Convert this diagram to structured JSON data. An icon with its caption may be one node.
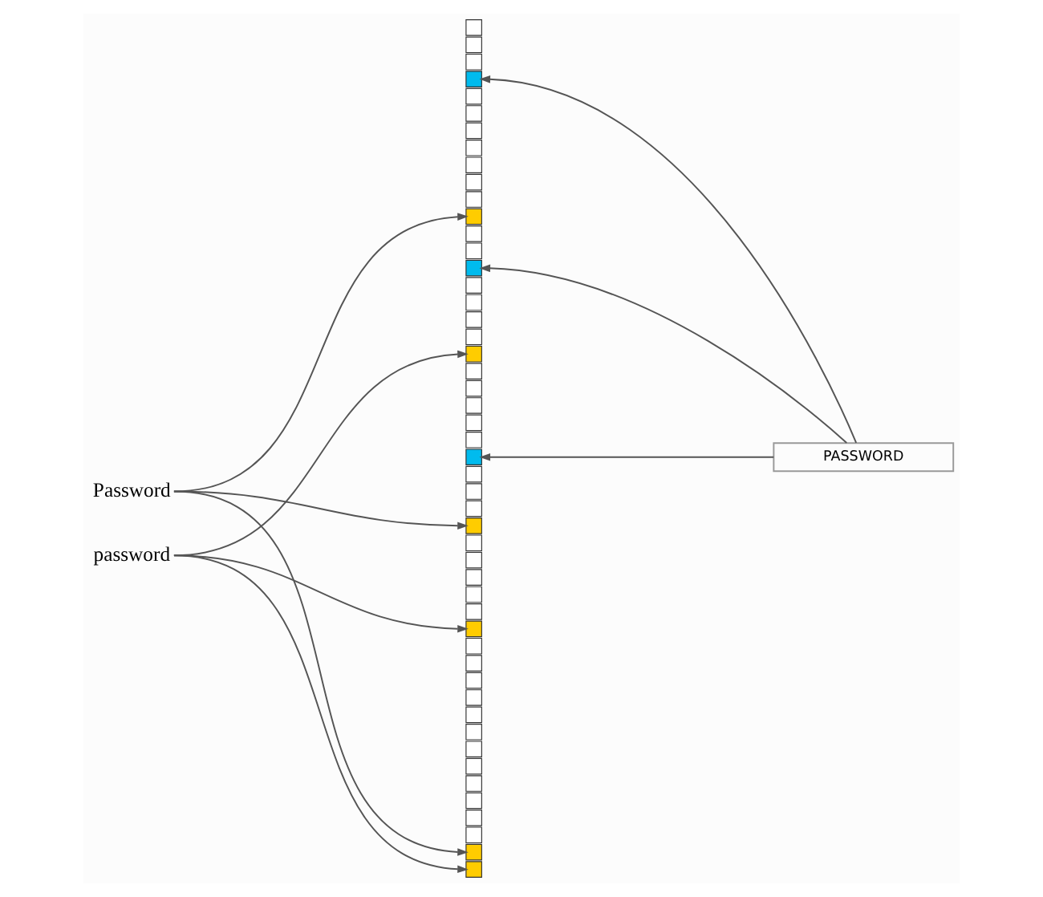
{
  "diagram": {
    "nodes": [
      {
        "text": [
          "Password"
        ]
      },
      {
        "text": [
          "password"
        ]
      },
      {
        "text": [
          "PASSWORD"
        ]
      },
      {
        "text": [],
        "shape": "box"
      },
      {
        "text": [],
        "shape": "box"
      },
      {
        "text": [],
        "shape": "box"
      },
      {
        "text": [],
        "shape": "box"
      },
      {
        "text": [],
        "shape": "box"
      },
      {
        "text": [],
        "shape": "box"
      },
      {
        "text": [],
        "shape": "box"
      },
      {
        "text": [],
        "shape": "box"
      },
      {
        "text": [],
        "shape": "box"
      },
      {
        "text": [],
        "shape": "box"
      },
      {
        "text": [],
        "shape": "box"
      },
      {
        "text": [],
        "shape": "box"
      },
      {
        "text": [],
        "shape": "box"
      },
      {
        "text": [],
        "shape": "box"
      },
      {
        "text": [],
        "shape": "box"
      },
      {
        "text": [],
        "shape": "box"
      },
      {
        "text": [],
        "shape": "box"
      },
      {
        "text": [],
        "shape": "box"
      },
      {
        "text": [],
        "shape": "box"
      },
      {
        "text": [],
        "shape": "box"
      },
      {
        "text": [],
        "shape": "box"
      },
      {
        "text": [],
        "shape": "box"
      },
      {
        "text": [],
        "shape": "box"
      },
      {
        "text": [],
        "shape": "box"
      },
      {
        "text": [],
        "shape": "box"
      },
      {
        "text": [],
        "shape": "box"
      },
      {
        "text": [],
        "shape": "box"
      },
      {
        "text": [],
        "shape": "box"
      },
      {
        "text": [],
        "shape": "box"
      },
      {
        "text": [],
        "shape": "box"
      },
      {
        "text": [],
        "shape": "box"
      },
      {
        "text": [],
        "shape": "box"
      },
      {
        "text": [],
        "shape": "box"
      },
      {
        "text": [],
        "shape": "box"
      },
      {
        "text": [],
        "shape": "box"
      },
      {
        "text": [],
        "shape": "box"
      },
      {
        "text": [],
        "shape": "box"
      },
      {
        "text": [],
        "shape": "box"
      },
      {
        "text": [],
        "shape": "box"
      },
      {
        "text": [],
        "shape": "box"
      },
      {
        "text": [],
        "shape": "box"
      },
      {
        "text": [],
        "shape": "box"
      },
      {
        "text": [],
        "shape": "box"
      },
      {
        "text": [],
        "shape": "box"
      },
      {
        "text": [],
        "shape": "box"
      },
      {
        "text": [],
        "shape": "box"
      },
      {
        "text": [],
        "shape": "box"
      },
      {
        "text": [],
        "shape": "box"
      },
      {
        "text": [],
        "shape": "box"
      },
      {
        "text": [],
        "shape": "box"
      }
    ],
    "edges": [
      {
        "from": 0,
        "to": 14,
        "arrow": "to"
      },
      {
        "from": 0,
        "to": 32,
        "arrow": "to"
      },
      {
        "from": 0,
        "to": 51,
        "arrow": "to"
      },
      {
        "from": 1,
        "to": 22,
        "arrow": "to"
      },
      {
        "from": 1,
        "to": 38,
        "arrow": "to"
      },
      {
        "from": 1,
        "to": 52,
        "arrow": "to"
      },
      {
        "from": 2,
        "to": 6,
        "arrow": "to"
      },
      {
        "from": 2,
        "to": 17,
        "arrow": "to"
      },
      {
        "from": 2,
        "to": 28,
        "arrow": "to"
      }
    ]
  }
}
